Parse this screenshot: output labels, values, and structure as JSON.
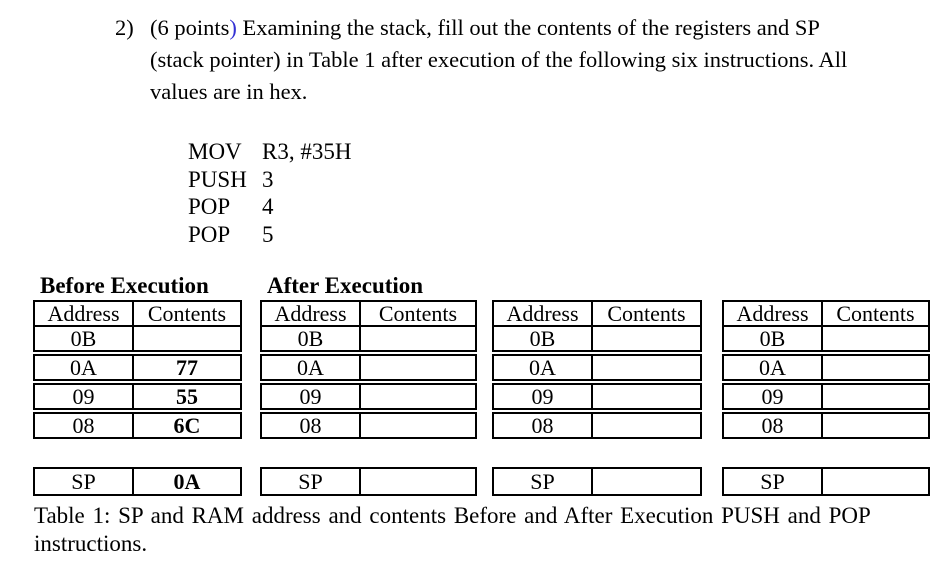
{
  "question": {
    "number": "2)",
    "points_open": "(6 points",
    "points_close_paren": ")",
    "line1_rest": " Examining the stack, fill out the contents of the registers and SP",
    "line2": "(stack pointer) in Table 1 after execution of the following six instructions. All",
    "line3": "values are in hex."
  },
  "code": {
    "lines": [
      {
        "op": "MOV",
        "arg": "R3, #35H"
      },
      {
        "op": "PUSH",
        "arg": "3"
      },
      {
        "op": "POP",
        "arg": "4"
      },
      {
        "op": "POP",
        "arg": "5"
      }
    ]
  },
  "tables": {
    "before_heading": "Before Execution",
    "after_heading": "After Execution",
    "col_address": "Address",
    "col_contents": "Contents",
    "sp_label": "SP",
    "addresses": [
      "0B",
      "0A",
      "09",
      "08"
    ],
    "before": {
      "contents": [
        "",
        "77",
        "55",
        "6C"
      ],
      "sp": "0A"
    },
    "after1": {
      "contents": [
        "",
        "",
        "",
        ""
      ],
      "sp": ""
    },
    "after2": {
      "contents": [
        "",
        "",
        "",
        ""
      ],
      "sp": ""
    },
    "after3": {
      "contents": [
        "",
        "",
        "",
        ""
      ],
      "sp": ""
    }
  },
  "caption": {
    "line1": "Table 1: SP and RAM address and contents Before and After Execution PUSH and POP",
    "line2": "instructions."
  },
  "colors": {
    "link_blue": "#3431d4",
    "text": "#000000",
    "border": "#000000"
  }
}
